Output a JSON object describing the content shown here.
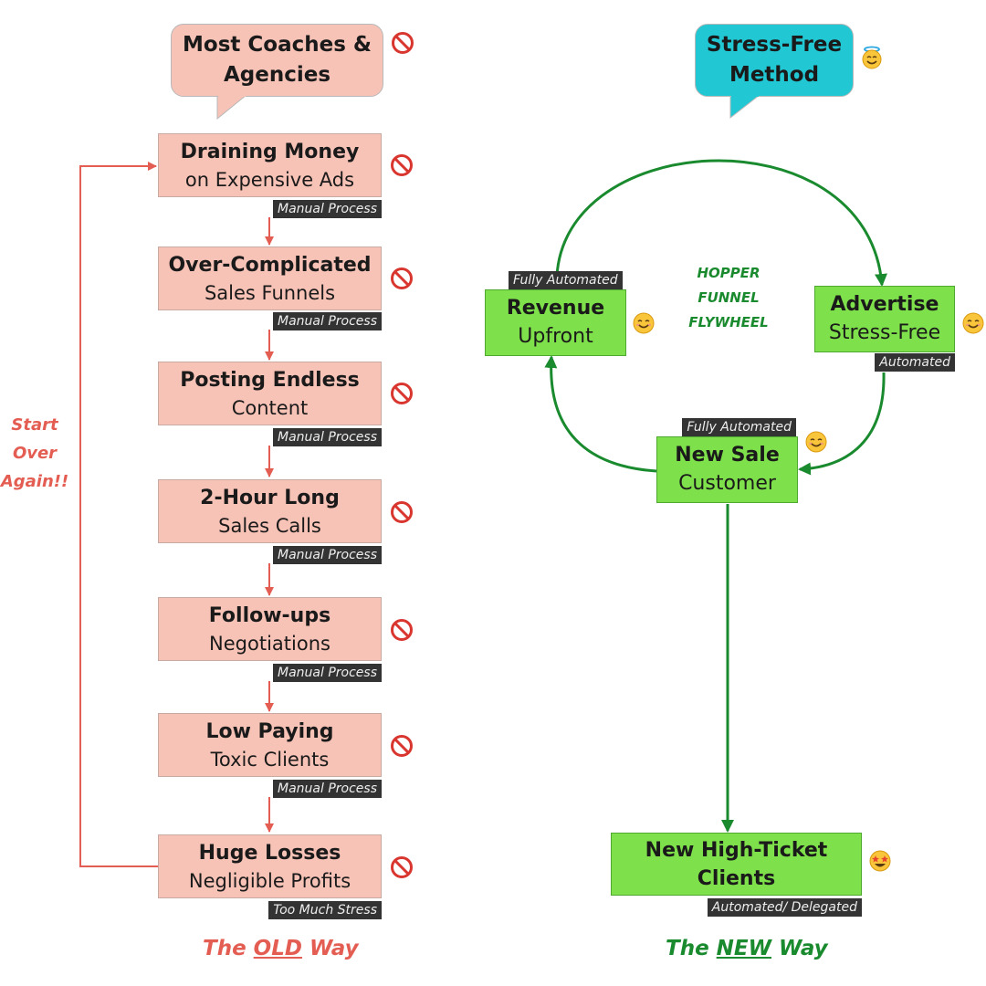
{
  "old": {
    "header": [
      "Most Coaches &",
      "Agencies"
    ],
    "steps": [
      {
        "title": "Draining Money",
        "subtitle": "on Expensive Ads",
        "tag": "Manual Process"
      },
      {
        "title": "Over-Complicated",
        "subtitle": "Sales Funnels",
        "tag": "Manual Process"
      },
      {
        "title": "Posting Endless",
        "subtitle": "Content",
        "tag": "Manual Process"
      },
      {
        "title": "2-Hour Long",
        "subtitle": "Sales Calls",
        "tag": "Manual Process"
      },
      {
        "title": "Follow-ups",
        "subtitle": "Negotiations",
        "tag": "Manual Process"
      },
      {
        "title": "Low Paying",
        "subtitle": "Toxic Clients",
        "tag": "Manual Process"
      },
      {
        "title": "Huge Losses",
        "subtitle": "Negligible Profits",
        "tag": "Too Much Stress"
      }
    ],
    "loop_label": [
      "Start",
      "Over",
      "Again!!"
    ],
    "footer": {
      "pre": "The ",
      "emph": "OLD",
      "post": " Way"
    },
    "color": "#e45d52"
  },
  "new": {
    "header": [
      "Stress-Free",
      "Method"
    ],
    "center_label": [
      "HOPPER",
      "FUNNEL",
      "FLYWHEEL"
    ],
    "revenue": {
      "title": "Revenue",
      "subtitle": "Upfront",
      "tag": "Fully Automated"
    },
    "advertise": {
      "title": "Advertise",
      "subtitle": "Stress-Free",
      "tag": "Automated"
    },
    "new_sale": {
      "title": "New Sale",
      "subtitle": "Customer",
      "tag": "Fully Automated"
    },
    "clients": {
      "title": "New High-Ticket",
      "subtitle": "Clients",
      "tag": "Automated/ Delegated"
    },
    "footer": {
      "pre": "The ",
      "emph": "NEW",
      "post": " Way"
    },
    "color": "#1a8a2e"
  },
  "icons": {
    "old_marker": "prohibited-icon",
    "new_marker": "smiling-face-icon",
    "header_new_marker": "halo-face-icon",
    "clients_marker": "star-struck-face-icon"
  }
}
